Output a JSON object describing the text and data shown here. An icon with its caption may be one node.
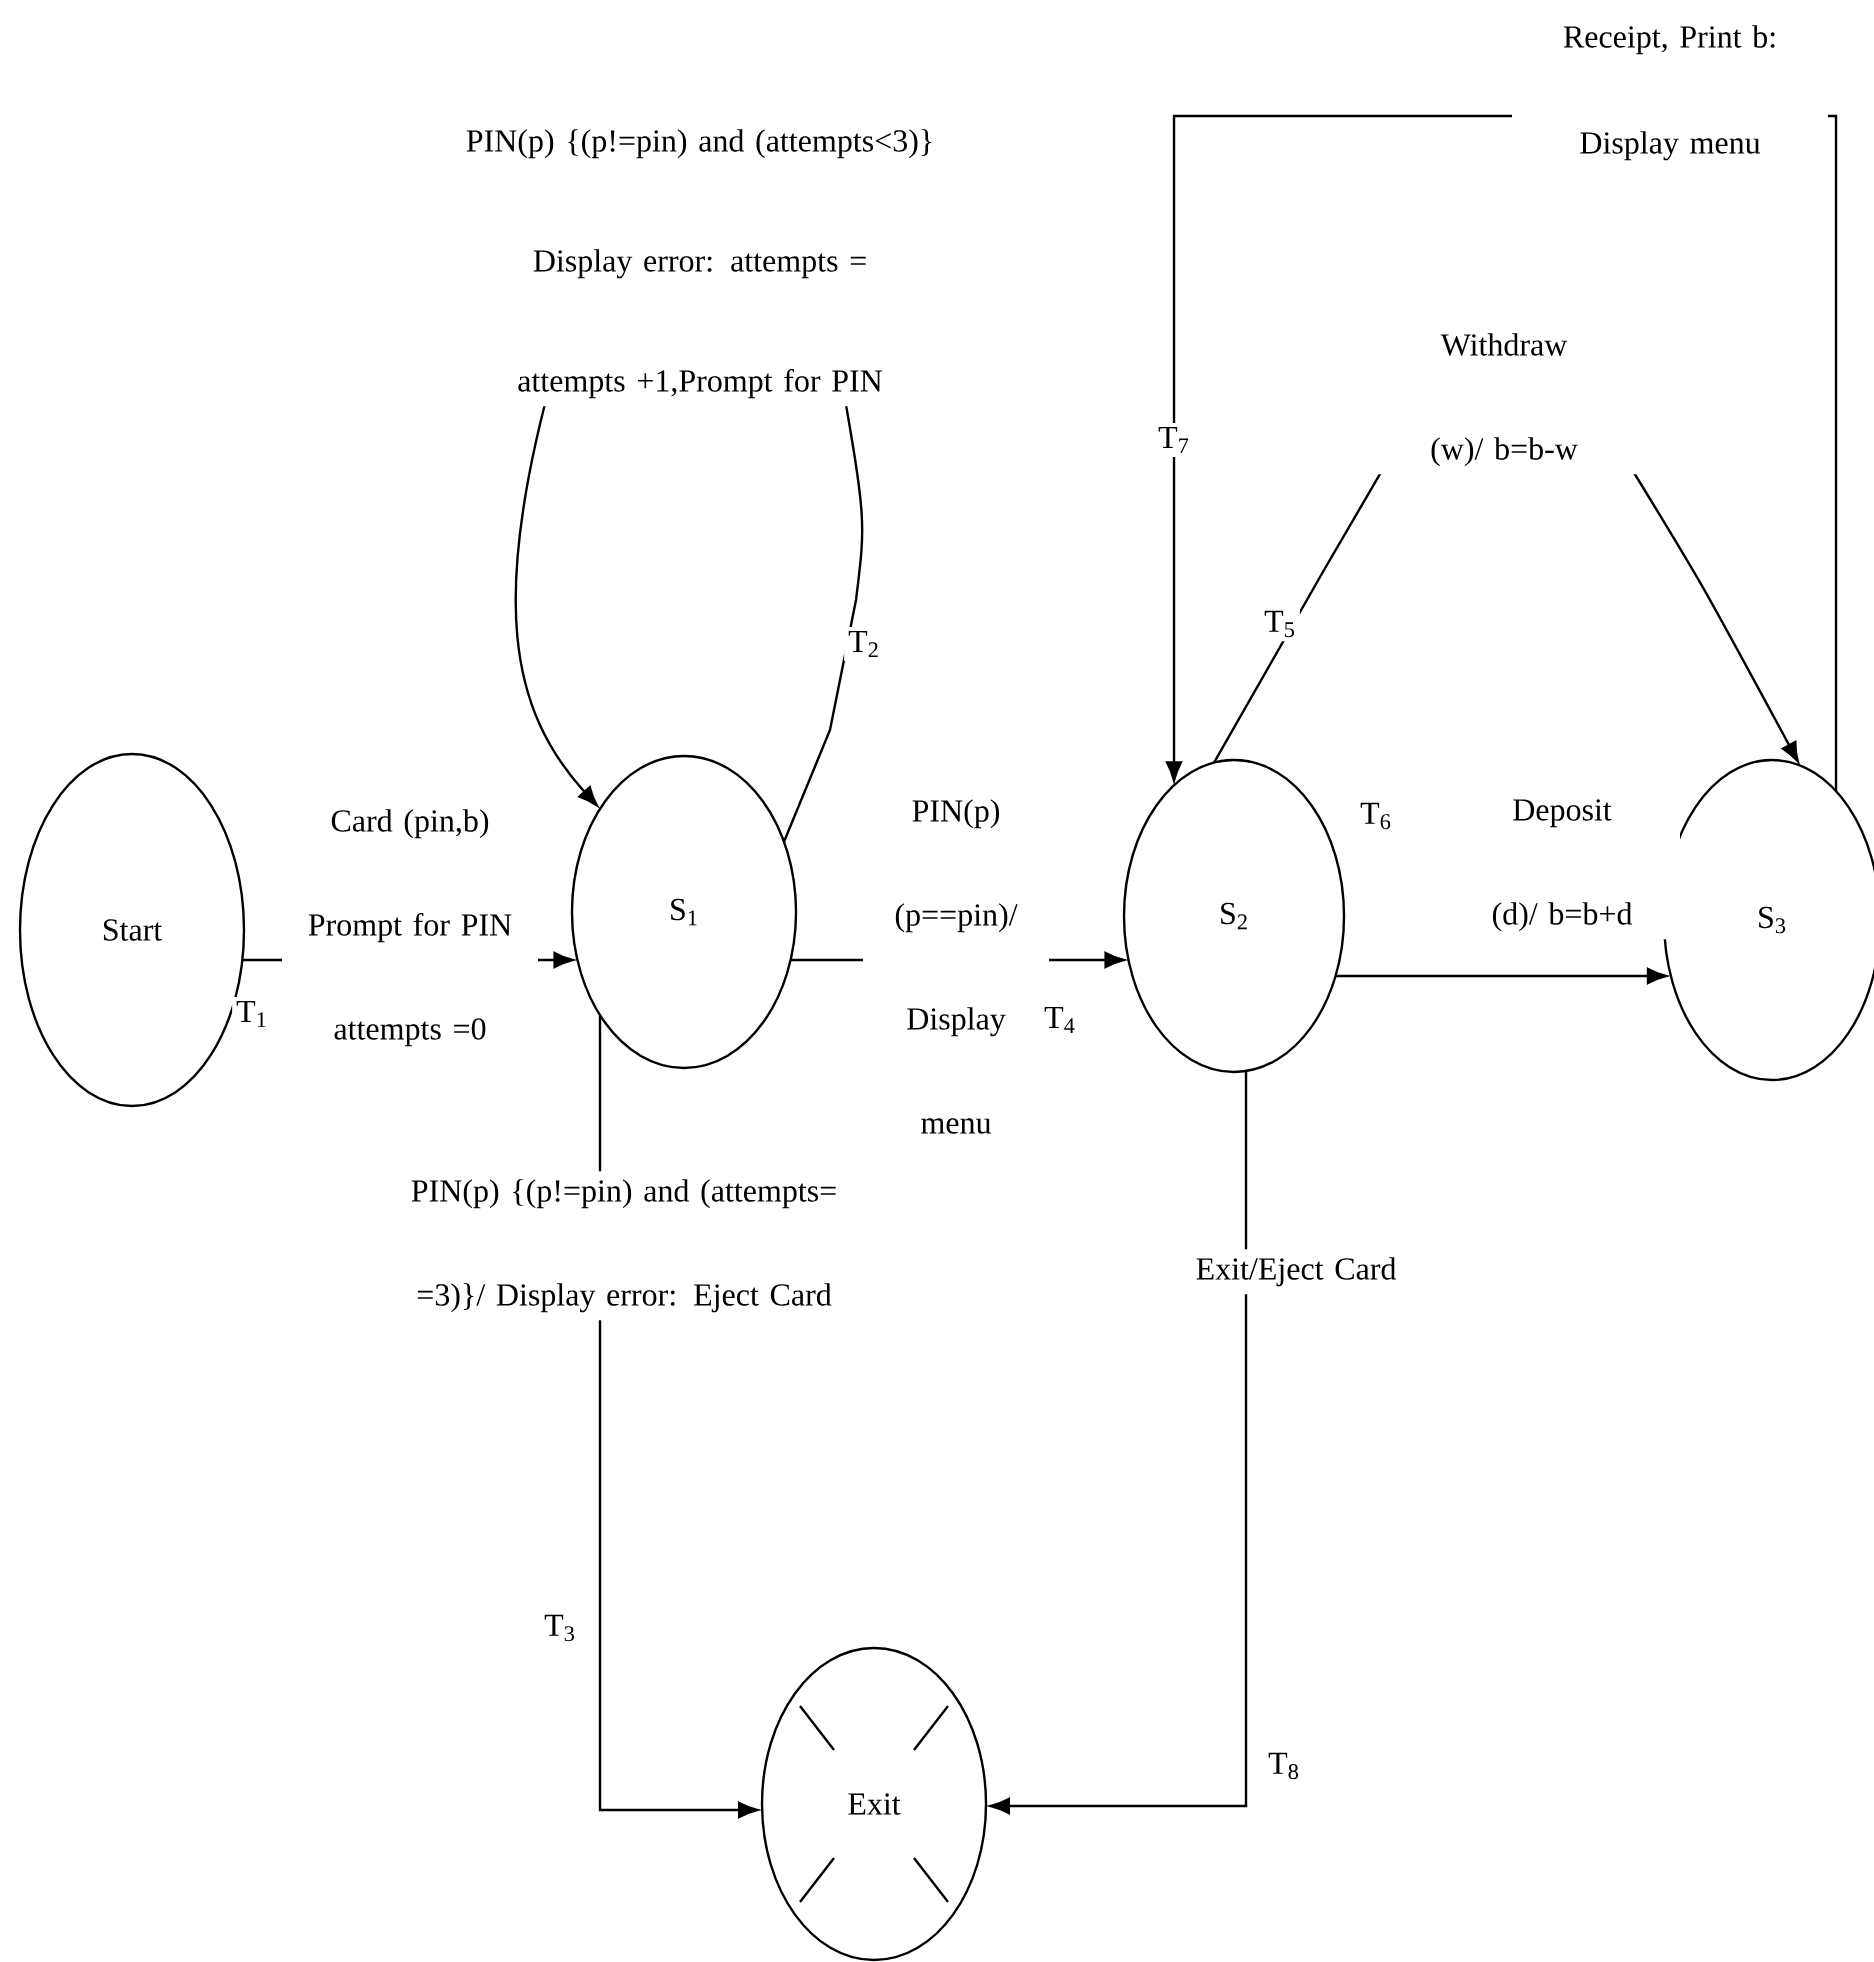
{
  "diagram": {
    "nodes": [
      {
        "text": [
          "Start"
        ]
      },
      {
        "text": [
          "S$_{1}$"
        ]
      },
      {
        "text": [
          "S$_{2}$"
        ]
      },
      {
        "text": [
          "S$_{3}$"
        ]
      },
      {
        "text": [
          "Exit"
        ]
      }
    ],
    "edges": [
      {
        "from": 0,
        "to": 1,
        "arrow": "to",
        "label": "Card (pin,b) Prompt for PIN attempts =0"
      },
      {
        "from": 1,
        "to": 1,
        "arrow": "to",
        "label": "PIN(p) {(p!=pin) and (attempts<3)} Display error: attempts = attempts +1,Prompt for PIN"
      },
      {
        "from": 1,
        "to": 2,
        "arrow": "to",
        "label": "PIN(p) (p==pin)/ Display menu"
      },
      {
        "from": 2,
        "to": 3,
        "arrow": "to",
        "label": "Deposit (d)/ b=b+d"
      },
      {
        "from": 2,
        "to": 3,
        "arrow": "to",
        "label": "Withdraw (w)/ b=b-w"
      },
      {
        "from": 3,
        "to": 2,
        "arrow": "to",
        "label": "Receipt, Print b: Display menu"
      },
      {
        "from": 1,
        "to": 4,
        "arrow": "to",
        "label": "PIN(p) {(p!=pin) and (attempts= =3)}/ Display error: Eject Card"
      },
      {
        "from": 2,
        "to": 4,
        "arrow": "to",
        "label": "Exit/Eject Card"
      }
    ],
    "labels": [
      "T$_{1}$",
      "T$_{2}$",
      "T$_{3}$",
      "T$_{4}$",
      "T$_{5}$",
      "T$_{6}$",
      "T$_{7}$",
      "T$_{8}$"
    ]
  }
}
